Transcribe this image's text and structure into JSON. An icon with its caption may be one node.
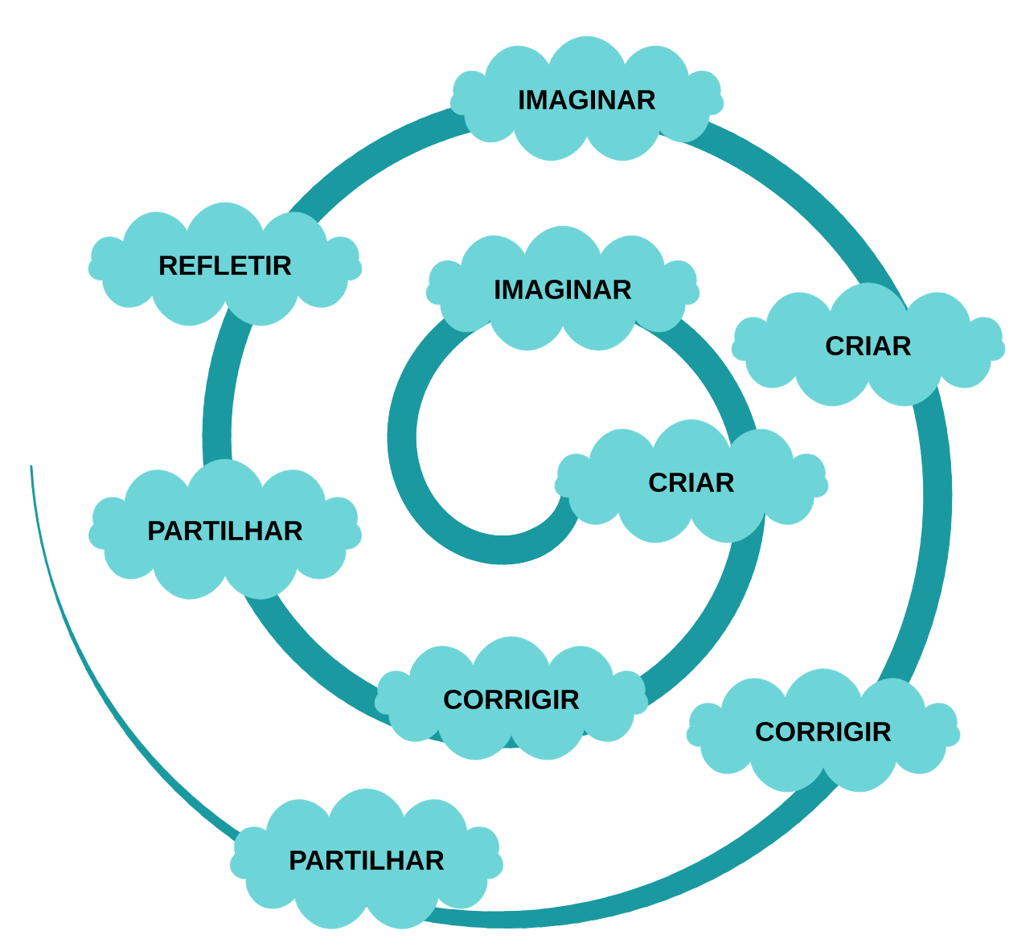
{
  "diagram": {
    "nodes": [
      {
        "text": [
          "IMAGINAR"
        ]
      },
      {
        "text": [
          "CRIAR"
        ]
      },
      {
        "text": [
          "CORRIGIR"
        ]
      },
      {
        "text": [
          "PARTILHAR"
        ]
      },
      {
        "text": [
          "REFLETIR"
        ]
      },
      {
        "text": [
          "IMAGINAR"
        ]
      },
      {
        "text": [
          "CRIAR"
        ]
      },
      {
        "text": [
          "CORRIGIR"
        ]
      },
      {
        "text": [
          "PARTILHAR"
        ]
      }
    ]
  }
}
